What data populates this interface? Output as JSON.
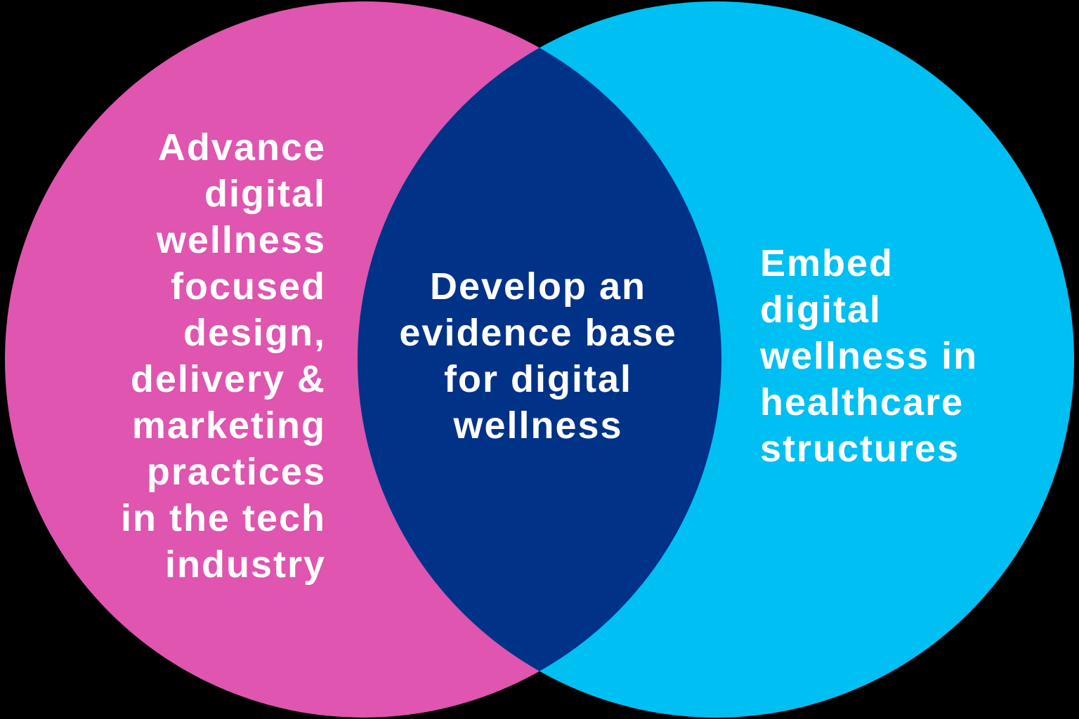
{
  "venn": {
    "background_color": "#000000",
    "text_color": "#FFFFFF",
    "left_circle": {
      "color": "#DF55AF",
      "label": "Advance\ndigital\nwellness\nfocused\ndesign,\ndelivery &\nmarketing\npractices\nin the tech\nindustry",
      "label_plain": "Advance digital wellness focused design, delivery & marketing practices in the tech industry"
    },
    "right_circle": {
      "color": "#00BFF2",
      "label": "Embed\ndigital\nwellness in\nhealthcare\nstructures",
      "label_plain": "Embed digital wellness in healthcare structures"
    },
    "intersection": {
      "color": "#003288",
      "label": "Develop an\nevidence base\nfor digital\nwellness",
      "label_plain": "Develop an evidence base for digital wellness"
    }
  }
}
